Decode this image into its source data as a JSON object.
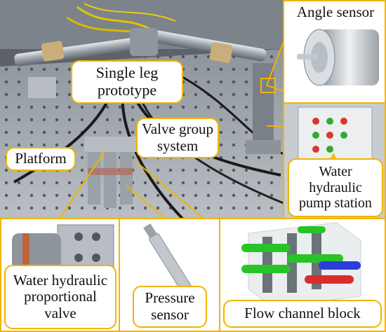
{
  "labels": {
    "single_leg_prototype": "Single leg\nprototype",
    "valve_group_system": "Valve group\nsystem",
    "platform": "Platform",
    "angle_sensor": "Angle sensor",
    "water_hydraulic_pump_station": "Water\nhydraulic\npump station",
    "water_hydraulic_proportional_valve": "Water hydraulic\nproportional\nvalve",
    "pressure_sensor": "Pressure\nsensor",
    "flow_channel_block": "Flow channel block"
  },
  "colors": {
    "frame": "#f0b400",
    "label_border": "#f0b400",
    "background": "#ffffff"
  }
}
